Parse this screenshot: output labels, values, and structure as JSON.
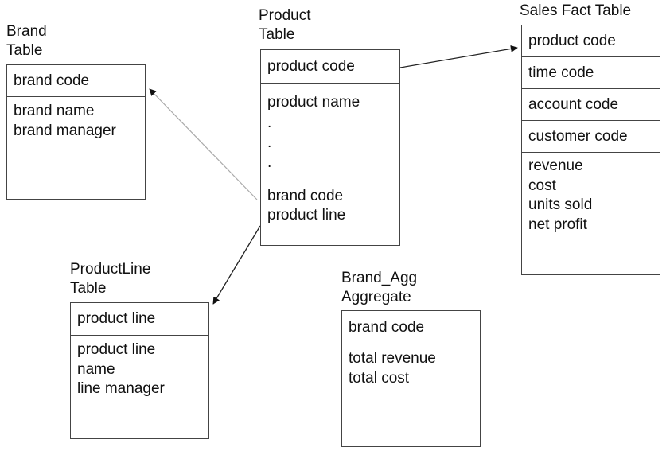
{
  "brand": {
    "caption_line1": "Brand",
    "caption_line2": "Table",
    "key": "brand code",
    "attrs": [
      "brand name",
      "brand manager"
    ]
  },
  "product": {
    "caption_line1": "Product",
    "caption_line2": "Table",
    "key": "product code",
    "attrs_top": [
      "product name"
    ],
    "dots": [
      ".",
      ".",
      "."
    ],
    "attrs_bottom": [
      "brand code",
      "product line"
    ]
  },
  "sales": {
    "caption": "Sales Fact Table",
    "keys": [
      "product code",
      "time code",
      "account code",
      "customer code"
    ],
    "measures": [
      "revenue",
      "cost",
      "units sold",
      "net profit"
    ]
  },
  "productline": {
    "caption_line1": "ProductLine",
    "caption_line2": "Table",
    "key": "product line",
    "attrs": [
      "product line",
      "name",
      "line manager"
    ]
  },
  "brand_agg": {
    "caption_line1": "Brand_Agg",
    "caption_line2": "Aggregate",
    "key": "brand code",
    "attrs": [
      "total revenue",
      "total cost"
    ]
  }
}
